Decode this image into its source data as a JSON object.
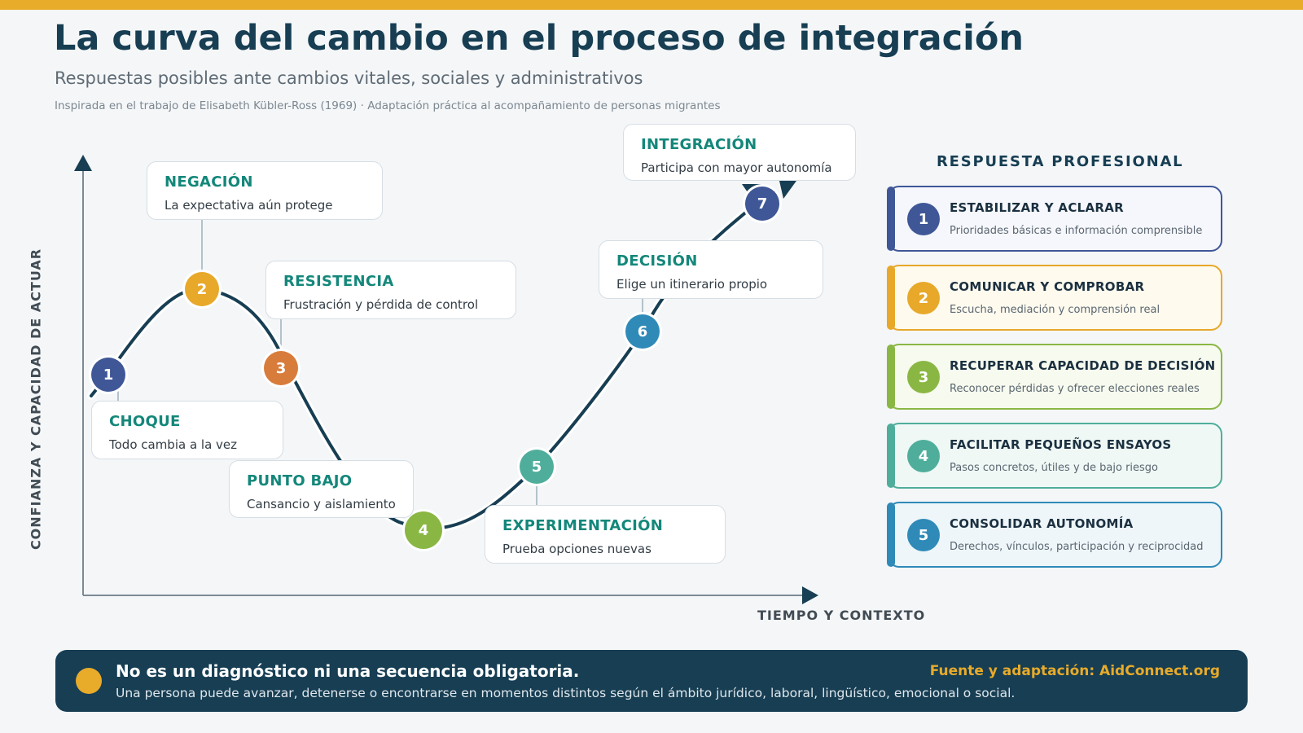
{
  "title": "La curva del cambio en el proceso de integración",
  "subtitle": "Respuestas posibles ante cambios vitales, sociales y administrativos",
  "credit": "Inspirada en el trabajo de Elisabeth Kübler-Ross (1969) · Adaptación práctica al acompañamiento de personas migrantes",
  "axes": {
    "y_label": "CONFIANZA Y CAPACIDAD DE ACTUAR",
    "x_label": "TIEMPO Y CONTEXTO"
  },
  "colors": {
    "accent": "#e8ab2a",
    "navy": "#173e53",
    "teal_text": "#13877a"
  },
  "stages": [
    {
      "num": "1",
      "title": "CHOQUE",
      "desc": "Todo cambia a la vez",
      "color": "#3f5797"
    },
    {
      "num": "2",
      "title": "NEGACIÓN",
      "desc": "La expectativa aún protege",
      "color": "#e8a82a"
    },
    {
      "num": "3",
      "title": "RESISTENCIA",
      "desc": "Frustración y pérdida de control",
      "color": "#d87c3c"
    },
    {
      "num": "4",
      "title": "PUNTO BAJO",
      "desc": "Cansancio y aislamiento",
      "color": "#8ab744"
    },
    {
      "num": "5",
      "title": "EXPERIMENTACIÓN",
      "desc": "Prueba opciones nuevas",
      "color": "#4fae9b"
    },
    {
      "num": "6",
      "title": "DECISIÓN",
      "desc": "Elige un itinerario propio",
      "color": "#2f8ab8"
    },
    {
      "num": "7",
      "title": "INTEGRACIÓN",
      "desc": "Participa con mayor autonomía",
      "color": "#3f5797"
    }
  ],
  "responses": {
    "title": "RESPUESTA PROFESIONAL",
    "items": [
      {
        "num": "1",
        "title": "ESTABILIZAR Y ACLARAR",
        "desc": "Prioridades básicas e información comprensible",
        "color": "#3f5797",
        "bg": "#f6f7fc"
      },
      {
        "num": "2",
        "title": "COMUNICAR Y COMPROBAR",
        "desc": "Escucha, mediación y comprensión real",
        "color": "#e8a82a",
        "bg": "#fefaee"
      },
      {
        "num": "3",
        "title": "RECUPERAR CAPACIDAD DE DECISIÓN",
        "desc": "Reconocer pérdidas y ofrecer elecciones reales",
        "color": "#8ab744",
        "bg": "#f7faee"
      },
      {
        "num": "4",
        "title": "FACILITAR PEQUEÑOS ENSAYOS",
        "desc": "Pasos concretos, útiles y de bajo riesgo",
        "color": "#4fae9b",
        "bg": "#eff8f5"
      },
      {
        "num": "5",
        "title": "CONSOLIDAR AUTONOMÍA",
        "desc": "Derechos, vínculos, participación y reciprocidad",
        "color": "#2f8ab8",
        "bg": "#eef6fa"
      }
    ]
  },
  "footer": {
    "headline": "No es un diagnóstico ni una secuencia obligatoria.",
    "text": "Una persona puede avanzar, detenerse o encontrarse en momentos distintos según el ámbito jurídico, laboral, lingüístico, emocional o social.",
    "source": "Fuente y adaptación: AidConnect.org"
  }
}
